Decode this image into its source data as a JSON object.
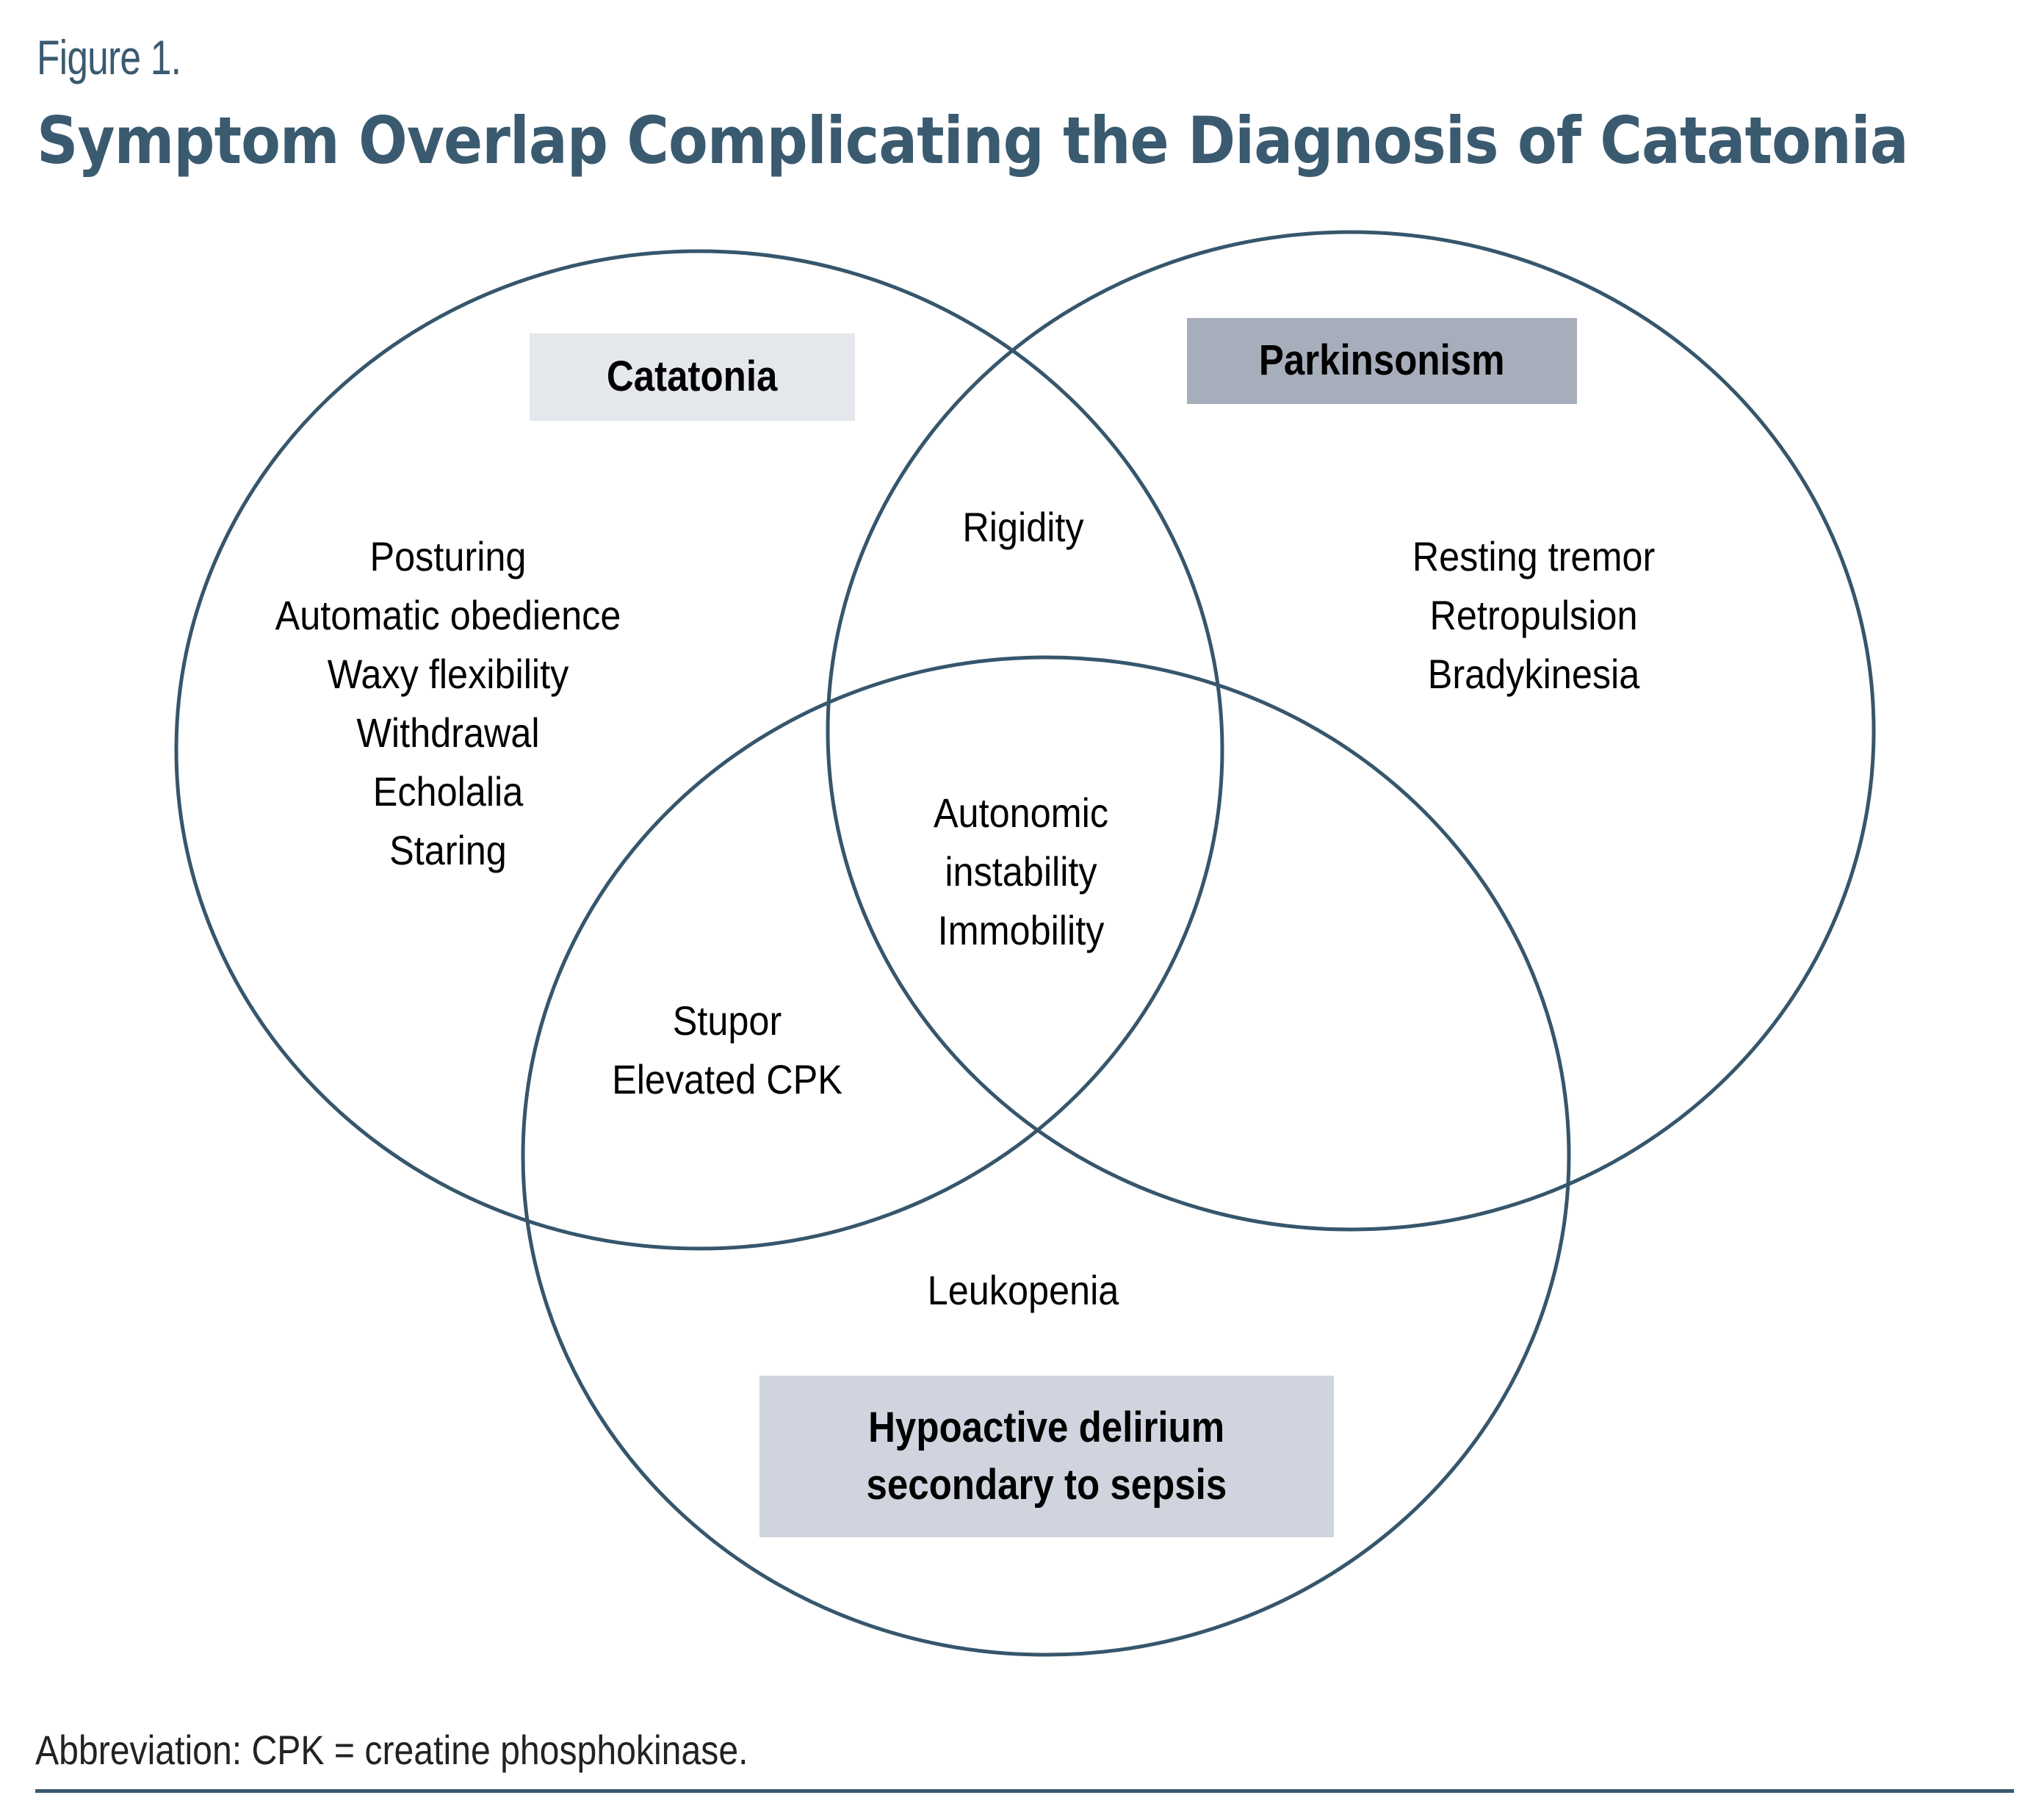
{
  "figure_label": "Figure 1.",
  "title": "Symptom Overlap Complicating the Diagnosis of Catatonia",
  "colors": {
    "accent": "#3a5a70",
    "circle_stroke": "#36566c",
    "catatonia_box": "#e4e7ec",
    "parkinsonism_box": "#a7aebb",
    "delirium_box": "#d0d4de"
  },
  "sets": [
    {
      "id": "catatonia",
      "label_lines": [
        "Catatonia"
      ]
    },
    {
      "id": "parkinsonism",
      "label_lines": [
        "Parkinsonism"
      ]
    },
    {
      "id": "delirium",
      "label_lines": [
        "Hypoactive delirium",
        "secondary to sepsis"
      ]
    }
  ],
  "regions": {
    "catatonia_only": [
      "Posturing",
      "Automatic obedience",
      "Waxy flexibility",
      "Withdrawal",
      "Echolalia",
      "Staring"
    ],
    "catatonia_parkinsonism": [
      "Rigidity"
    ],
    "parkinsonism_only": [
      "Resting tremor",
      "Retropulsion",
      "Bradykinesia"
    ],
    "all_three": [
      "Autonomic",
      "instability",
      "Immobility"
    ],
    "catatonia_delirium": [
      "Stupor",
      "Elevated CPK"
    ],
    "delirium_only": [
      "Leukopenia"
    ],
    "parkinsonism_delirium": []
  },
  "footnote": "Abbreviation: CPK = creatine phosphokinase."
}
